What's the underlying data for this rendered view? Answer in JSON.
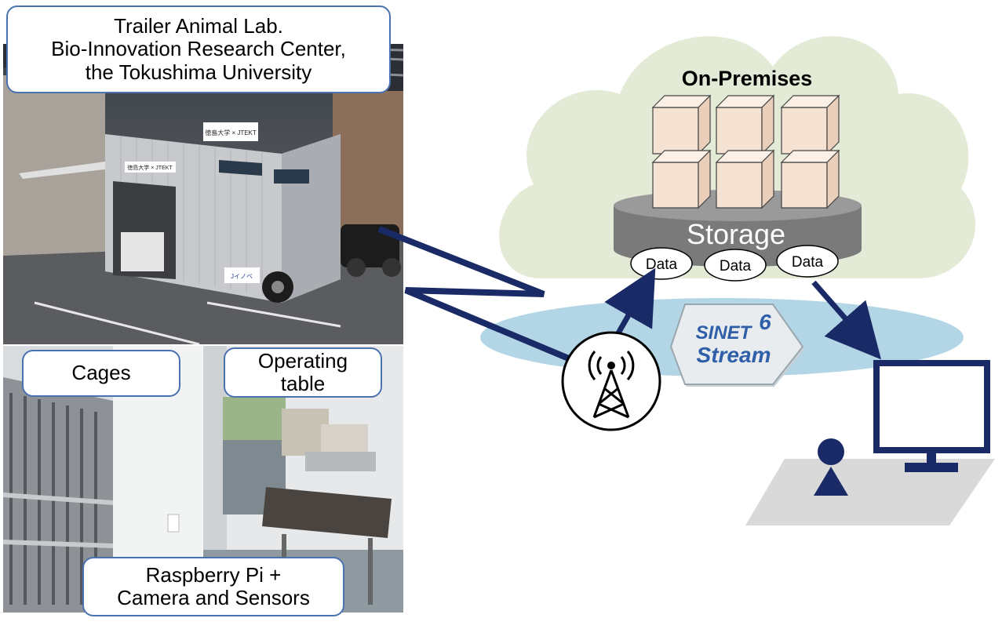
{
  "photos": {
    "trailer": {
      "label_lines": [
        "Trailer Animal Lab.",
        "Bio-Innovation Research Center,",
        "the Tokushima University"
      ],
      "sign_top": "徳島大学 × JTEKT",
      "sign_door": "徳島大学 × JTEKT",
      "sign_side": "Jイノベ"
    },
    "cages": {
      "label": "Cages"
    },
    "operating_table": {
      "label_lines": [
        "Operating",
        "table"
      ]
    },
    "device": {
      "label_lines": [
        "Raspberry Pi +",
        "Camera and Sensors"
      ]
    }
  },
  "cloud": {
    "title": "On-Premises",
    "storage_label": "Storage",
    "data_labels": [
      "Data",
      "Data",
      "Data"
    ]
  },
  "network": {
    "logo_line1": "SINET",
    "logo_digit": "6",
    "logo_line2": "Stream"
  },
  "colors": {
    "navy": "#1a2a66",
    "label_border": "#4a72b0",
    "cloud_fill": "#e3ead6",
    "network_fill": "#b3d6e6",
    "storage_fill": "#7a7a7a",
    "cube_face": "#f6e2d3",
    "desk_fill": "#d9d9d9"
  },
  "icons": [
    "antenna-tower-icon",
    "user-icon",
    "monitor-icon",
    "storage-cube-icon"
  ]
}
